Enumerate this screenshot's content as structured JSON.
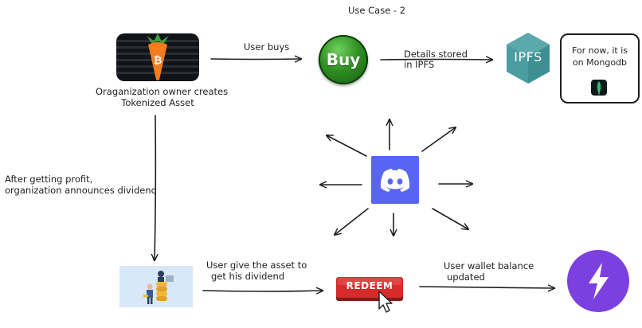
{
  "title": "Use Case - 2",
  "nodes": {
    "owner_caption": [
      "Oraganization owner creates",
      "Tokenized Asset"
    ],
    "buy_label": "Buy",
    "ipfs_label": "IPFS",
    "mongo_note": [
      "For now, it is",
      "on Mongodb"
    ],
    "redeem_label": "REDEEM"
  },
  "edges": {
    "user_buys": "User buys",
    "details_stored": [
      "Details stored",
      "in IPFS"
    ],
    "dividend_announce": [
      "After getting profit,",
      "organization announces dividend"
    ],
    "give_asset": [
      "User give the asset to",
      "get his dividend"
    ],
    "wallet_updated": [
      "User wallet balance",
      "updated"
    ]
  },
  "icons": {
    "carrot_logo": "carrot-bitcoin-logo",
    "buy": "buy-button-icon",
    "ipfs": "ipfs-hexagon-logo",
    "mongodb": "mongodb-leaf-icon",
    "discord": "discord-logo",
    "dividend": "dividend-illustration",
    "redeem": "redeem-button-with-cursor",
    "wallet": "lightning-bolt-icon"
  },
  "colors": {
    "stroke": "#1e1e1e",
    "buy_green": "#2f8f22",
    "ipfs_teal": "#4a9ea1",
    "discord_blurple": "#5865f2",
    "redeem_red": "#d42b2b",
    "bolt_purple": "#7c3fe0",
    "carrot_orange": "#f27c1e",
    "illustration_bg": "#d8e8f8"
  }
}
